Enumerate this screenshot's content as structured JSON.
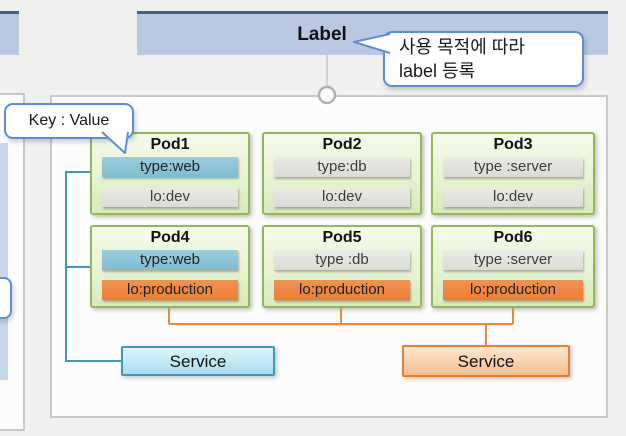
{
  "header": {
    "title": "Label"
  },
  "callouts": {
    "label_note": {
      "line1": "사용 목적에 따라",
      "line2": "label 등록"
    },
    "key_value": {
      "text": "Key : Value"
    }
  },
  "pods": [
    {
      "name": "Pod1",
      "labels": [
        {
          "text": "type:web",
          "variant": "blue"
        },
        {
          "text": "lo:dev",
          "variant": "gray"
        }
      ]
    },
    {
      "name": "Pod2",
      "labels": [
        {
          "text": "type:db",
          "variant": "gray"
        },
        {
          "text": "lo:dev",
          "variant": "gray"
        }
      ]
    },
    {
      "name": "Pod3",
      "labels": [
        {
          "text": "type :server",
          "variant": "gray"
        },
        {
          "text": "lo:dev",
          "variant": "gray"
        }
      ]
    },
    {
      "name": "Pod4",
      "labels": [
        {
          "text": "type:web",
          "variant": "blue"
        },
        {
          "text": "lo:production",
          "variant": "orange"
        }
      ]
    },
    {
      "name": "Pod5",
      "labels": [
        {
          "text": "type :db",
          "variant": "gray"
        },
        {
          "text": "lo:production",
          "variant": "orange"
        }
      ]
    },
    {
      "name": "Pod6",
      "labels": [
        {
          "text": "type :server",
          "variant": "gray"
        },
        {
          "text": "lo:production",
          "variant": "orange"
        }
      ]
    }
  ],
  "services": [
    {
      "label": "Service",
      "variant": "blue"
    },
    {
      "label": "Service",
      "variant": "orange"
    }
  ],
  "colors": {
    "header_bar": "#b8c9e1",
    "header_top_line": "#39648f",
    "pod_border": "#93b957",
    "chip_blue": "#8ac2d6",
    "chip_gray": "#e3e3dd",
    "chip_orange": "#ee8540",
    "service_blue_border": "#3f9ab8",
    "service_orange_border": "#e2812e",
    "connector_teal": "#3e99b7",
    "connector_orange": "#e98b3a",
    "callout_border": "#5b8ed6"
  }
}
